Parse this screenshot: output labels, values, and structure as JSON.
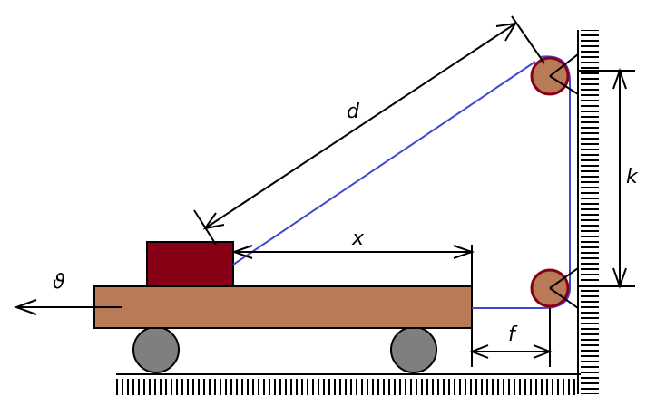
{
  "labels": {
    "d": "d",
    "x": "x",
    "k": "k",
    "f": "f",
    "velocity": "ϑ"
  },
  "colors": {
    "cart": "#b97a57",
    "block": "#880015",
    "wheel": "#7f7f7f",
    "rope": "#3f48cc",
    "pulley": "#b97a57",
    "pulley_outline": "#880015",
    "line": "#000000"
  }
}
